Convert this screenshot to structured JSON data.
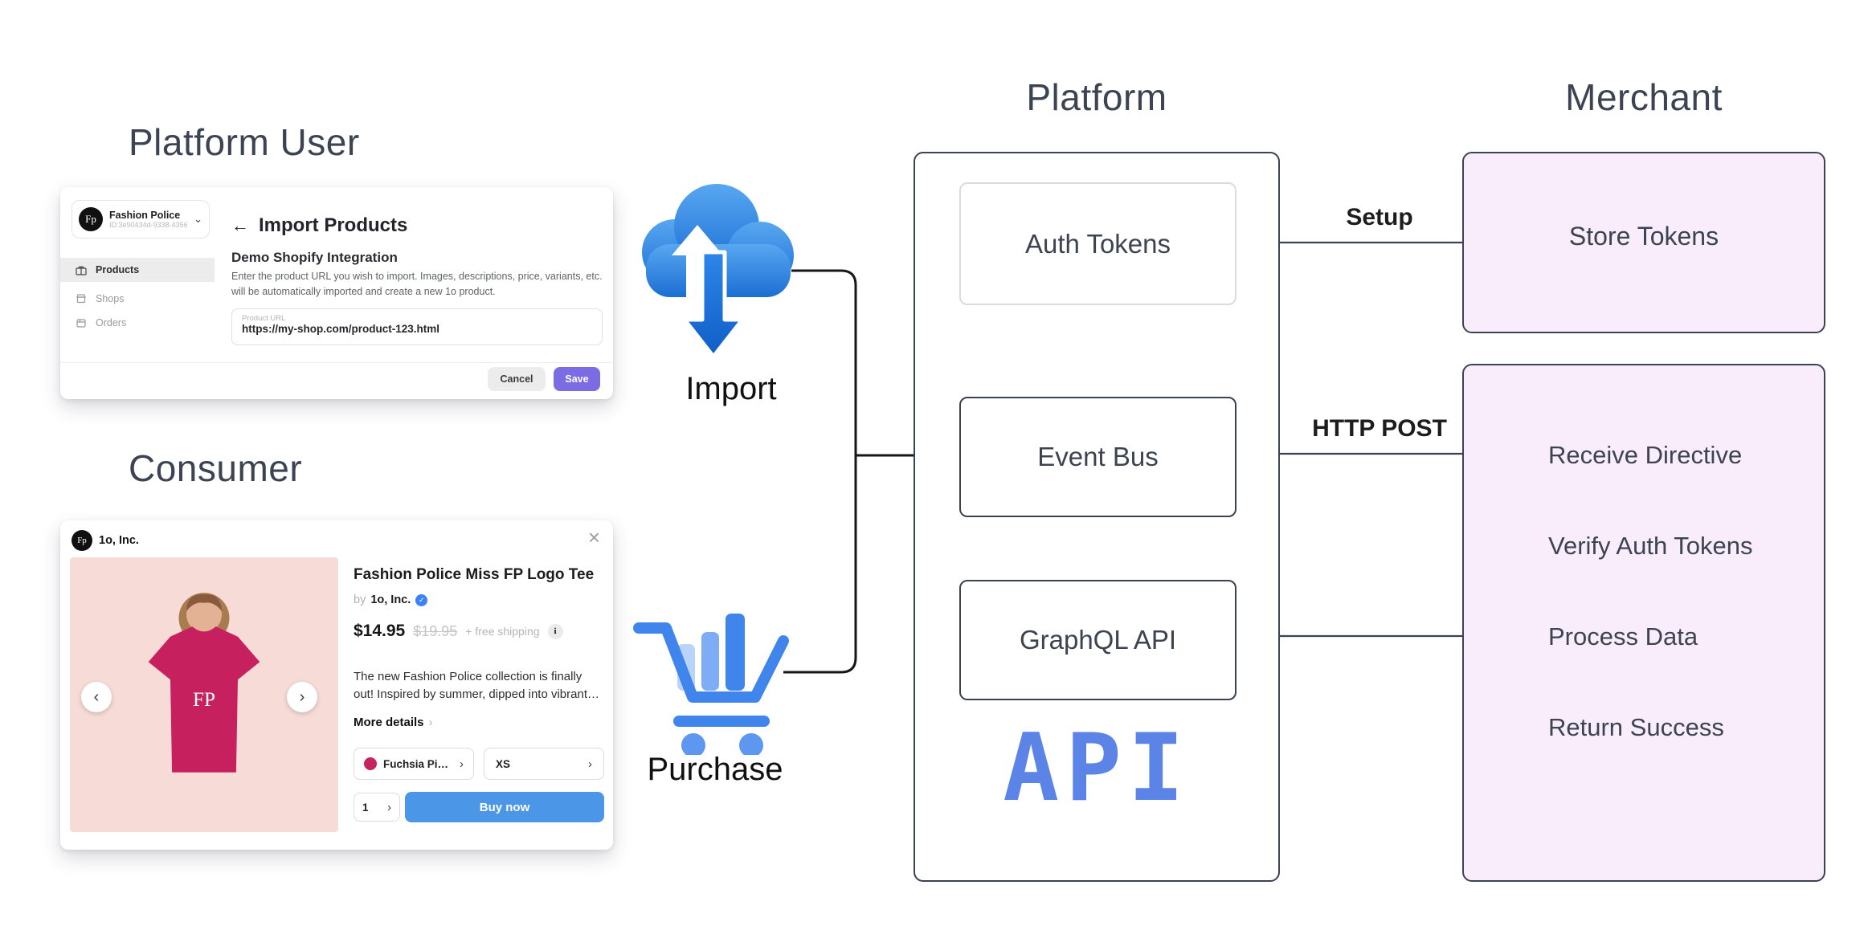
{
  "titles": {
    "platform_user": "Platform User",
    "consumer": "Consumer",
    "platform": "Platform",
    "merchant": "Merchant"
  },
  "flows": {
    "import_label": "Import",
    "purchase_label": "Purchase",
    "setup_label": "Setup",
    "http_post_label": "HTTP POST"
  },
  "platform": {
    "auth_tokens": "Auth Tokens",
    "event_bus": "Event Bus",
    "graphql_api": "GraphQL API",
    "api_logo": "API"
  },
  "merchant": {
    "store_tokens": "Store Tokens",
    "steps": [
      "Receive Directive",
      "Verify Auth Tokens",
      "Process Data",
      "Return Success"
    ]
  },
  "admin": {
    "logo_monogram": "Fp",
    "org_name": "Fashion Police",
    "org_id": "ID:3e90434d-9338-4356",
    "nav": [
      "Products",
      "Shops",
      "Orders"
    ],
    "page_title": "Import Products",
    "section_title": "Demo Shopify Integration",
    "description": "Enter the product URL you wish to import. Images, descriptions, price, variants, etc. will be automatically imported and create a new 1o product.",
    "input_label": "Product URL",
    "input_value": "https://my-shop.com/product-123.html",
    "cancel": "Cancel",
    "save": "Save"
  },
  "widget": {
    "brand": "1o, Inc.",
    "logo_monogram": "Fp",
    "title": "Fashion Police Miss FP Logo Tee",
    "by": "by",
    "seller": "1o, Inc.",
    "price": "$14.95",
    "compare_price": "$19.95",
    "shipping": "+ free shipping",
    "description": "The new Fashion Police collection is finally out! Inspired by summer, dipped into vibrant…",
    "more_details": "More details",
    "variant_color": "Fuchsia Pi…",
    "variant_size": "XS",
    "qty": "1",
    "buy": "Buy now",
    "monogram": "FP"
  },
  "icons": {
    "back": "←",
    "chevron_down": "⌄",
    "chevron_right": "›",
    "close": "×",
    "check": "✓",
    "info": "i",
    "carousel_left": "‹",
    "carousel_right": "›"
  },
  "colors": {
    "diagram_ink": "#3b4252",
    "pink_panel": "#f9edfb",
    "accent_purple": "#7b6ce4",
    "accent_blue": "#4c96e8",
    "icon_blue": "#3f85ec",
    "api_logo_blue": "#5b84e6",
    "fuchsia": "#c62361",
    "image_bg_pink": "#f6dbd6"
  }
}
